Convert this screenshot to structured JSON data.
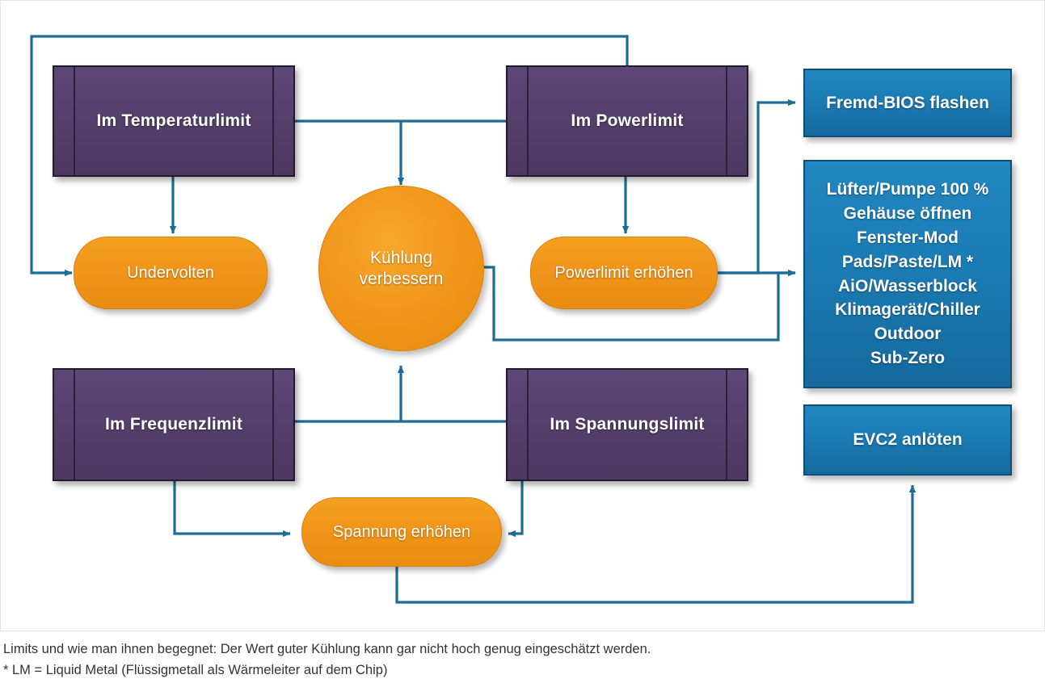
{
  "theme": {
    "purple": "#54406b",
    "orange": "#f0941a",
    "blue": "#1b7cb4",
    "connector": "#1b6d96",
    "text_on_shape": "#ffffff",
    "caption_color": "#333333",
    "background": "#ffffff"
  },
  "diagram": {
    "type": "flowchart",
    "nodes": [
      {
        "id": "temperaturlimit",
        "label": "Im Temperaturlimit",
        "shape": "process-box",
        "color": "purple"
      },
      {
        "id": "powerlimit",
        "label": "Im Powerlimit",
        "shape": "process-box",
        "color": "purple"
      },
      {
        "id": "frequenzlimit",
        "label": "Im Frequenzlimit",
        "shape": "process-box",
        "color": "purple"
      },
      {
        "id": "spannungslimit",
        "label": "Im Spannungslimit",
        "shape": "process-box",
        "color": "purple"
      },
      {
        "id": "undervolten",
        "label": "Undervolten",
        "shape": "pill",
        "color": "orange"
      },
      {
        "id": "powerlimit-erhoehen",
        "label": "Powerlimit erhöhen",
        "shape": "pill",
        "color": "orange"
      },
      {
        "id": "spannung-erhoehen",
        "label": "Spannung erhöhen",
        "shape": "pill",
        "color": "orange"
      },
      {
        "id": "kuehlung",
        "label_line1": "Kühlung",
        "label_line2": "verbessern",
        "shape": "circle",
        "color": "orange"
      },
      {
        "id": "fremd-bios",
        "label": "Fremd-BIOS flashen",
        "shape": "result-box",
        "color": "blue"
      },
      {
        "id": "evc2",
        "label": "EVC2 anlöten",
        "shape": "result-box",
        "color": "blue"
      }
    ],
    "cooling_measures": {
      "id": "kuehlmassnahmen",
      "shape": "result-box",
      "color": "blue",
      "items": [
        "Lüfter/Pumpe 100 %",
        "Gehäuse öffnen",
        "Fenster-Mod",
        "Pads/Paste/LM *",
        "AiO/Wasserblock",
        "Klimagerät/Chiller",
        "Outdoor",
        "Sub-Zero"
      ]
    },
    "edges": [
      {
        "from": "temperaturlimit",
        "to": "undervolten",
        "style": "arrow"
      },
      {
        "from": "temperaturlimit",
        "to": "kuehlung",
        "style": "arrow"
      },
      {
        "from": "temperaturlimit",
        "to": "undervolten",
        "style": "arrow",
        "route": "top-loop-left"
      },
      {
        "from": "powerlimit",
        "to": "powerlimit-erhoehen",
        "style": "arrow"
      },
      {
        "from": "powerlimit",
        "to": "temperaturlimit",
        "style": "line",
        "route": "horizontal"
      },
      {
        "from": "powerlimit",
        "to": "undervolten",
        "style": "arrow",
        "route": "top-loop"
      },
      {
        "from": "powerlimit-erhoehen",
        "to": "fremd-bios",
        "style": "arrow"
      },
      {
        "from": "powerlimit-erhoehen",
        "to": "kuehlmassnahmen",
        "style": "arrow"
      },
      {
        "from": "kuehlung",
        "to": "kuehlmassnahmen",
        "style": "arrow"
      },
      {
        "from": "frequenzlimit",
        "to": "spannung-erhoehen",
        "style": "arrow"
      },
      {
        "from": "frequenzlimit",
        "to": "kuehlung",
        "style": "arrow"
      },
      {
        "from": "spannungslimit",
        "to": "spannung-erhoehen",
        "style": "arrow"
      },
      {
        "from": "spannung-erhoehen",
        "to": "evc2",
        "style": "arrow"
      }
    ]
  },
  "caption": {
    "line1": "Limits und wie man ihnen begegnet: Der Wert guter Kühlung kann gar nicht hoch genug eingeschätzt werden.",
    "line2": "* LM = Liquid Metal (Flüssigmetall als Wärmeleiter auf dem Chip)"
  }
}
